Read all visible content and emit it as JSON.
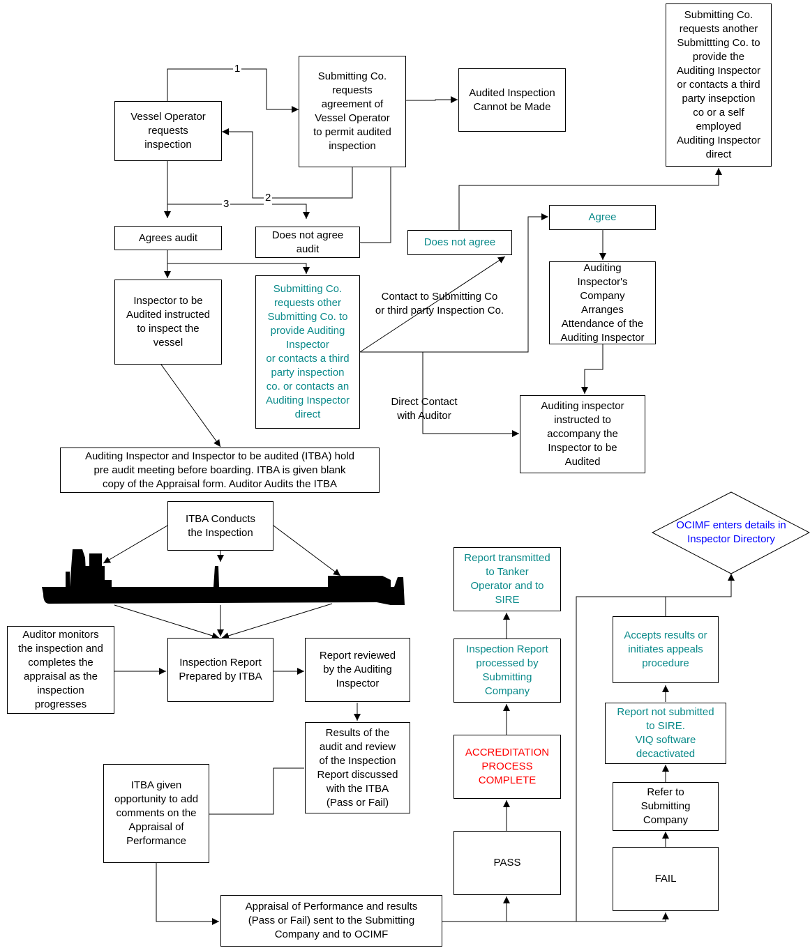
{
  "nodes": {
    "vessel_operator": "Vessel Operator\nrequests\ninspection",
    "submitting_requests": "Submitting Co.\nrequests\nagreement of\nVessel Operator\nto permit  audited\ninspection",
    "cannot_be_made": "Audited Inspection\nCannot be Made",
    "another_submitting": "Submitting Co.\nrequests another\nSubmittting Co. to\nprovide the\nAuditing Inspector\nor contacts a third\nparty insepction\nco or a self\nemployed\nAuditing Inspector\ndirect",
    "agrees_audit": "Agrees audit",
    "does_not_agree_audit": "Does not  agree\naudit",
    "does_not_agree": "Does not  agree",
    "agree": "Agree",
    "inspector_instructed": "Inspector to be\nAudited instructed\nto inspect  the\nvessel",
    "submitting_other": "Submitting Co.\nrequests other\nSubmitting Co. to\nprovide Auditing\nInspector\nor contacts a third\nparty inspection\nco. or contacts an\nAuditing Inspector\ndirect",
    "company_arranges": "Auditing\nInspector's\nCompany\nArranges\nAttendance of the\nAuditing Inspector",
    "auditing_instructed": "Auditing inspector\ninstructed to\naccompany the\nInspector to be\nAudited",
    "pre_audit": "Auditing Inspector and Inspector to be audited (ITBA) hold\npre audit meeting before boarding.  ITBA  is given blank\ncopy of the Appraisal form.  Auditor Audits the ITBA",
    "itba_conducts": "ITBA Conducts\nthe Inspection",
    "auditor_monitors": "Auditor monitors\nthe inspection and\ncompletes the\nappraisal as the\ninspection\nprogresses",
    "report_prepared": "Inspection Report\nPrepared by ITBA",
    "report_reviewed": "Report reviewed\nby the Auditing\nInspector",
    "results_discussed": "Results of the\naudit and review\nof the Inspection\nReport  discussed\nwith the ITBA\n(Pass or Fail)",
    "itba_comments": "ITBA given\nopportunity  to add\ncomments on the\nAppraisal of\nPerformance",
    "appraisal_sent": "Appraisal of Performance and results\n(Pass or Fail) sent  to the Submitting\nCompany and to OCIMF",
    "report_transmitted": "Report transmitted\nto Tanker\nOperator and to\nSIRE",
    "report_processed": "Inspection Report\nprocessed by\nSubmitting\nCompany",
    "accreditation": "ACCREDITATION\nPROCESS\nCOMPLETE",
    "pass": "PASS",
    "ocimf_enters": "OCIMF enters details in\nInspector Directory",
    "accepts_results": "Accepts results or\ninitiates appeals\nprocedure",
    "not_submitted": "Report not submitted\nto SIRE.\nVIQ software\ndecactivated",
    "refer_to": "Refer to\nSubmitting\nCompany",
    "fail": "FAIL"
  },
  "labels": {
    "step1": "1",
    "step2": "2",
    "step3": "3",
    "contact": "Contact  to  Submitting Co\nor third party Inspection Co.",
    "direct_contact": "Direct  Contact\nwith Auditor"
  },
  "colors": {
    "teal": "#0a8a8a",
    "red": "#ff0000",
    "blue": "#0000ff"
  }
}
